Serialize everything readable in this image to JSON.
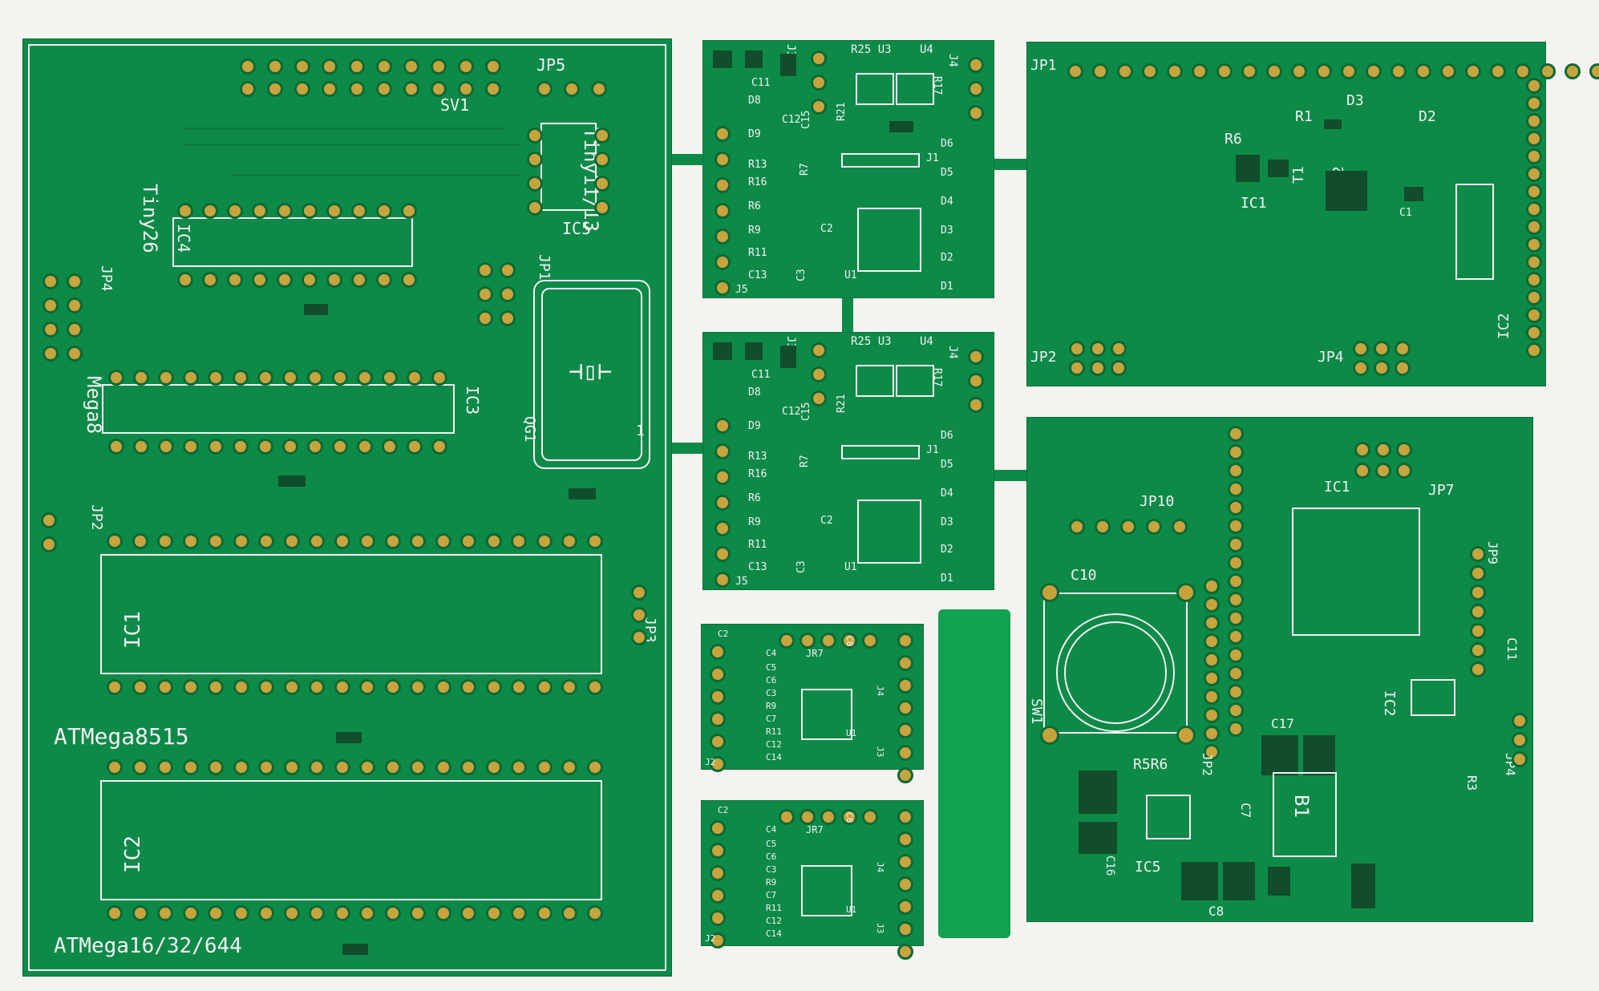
{
  "scene": {
    "description_free": true,
    "board_color": "#0d8a48",
    "silk_color": "#f2f2f2",
    "pad_color": "#c7a23b"
  },
  "left_board": {
    "labels": {
      "sv1": "SV1",
      "jp5": "JP5",
      "tiny1113": "Tiny11/13",
      "ic5": "IC5",
      "tiny26": "Tiny26",
      "ic4": "IC4",
      "jp4": "JP4",
      "jp1": "JP1",
      "qg1": "QG1",
      "one": "1",
      "mega8": "Mega8",
      "ic3": "IC3",
      "jp2": "JP2",
      "jp3": "JP3",
      "ic1": "IC1",
      "atmega8515": "ATMega8515",
      "ic2": "IC2",
      "atmega16": "ATMega16/32/644"
    }
  },
  "mid_board_top": {
    "labels": {
      "r25u3": "R25 U3",
      "u4": "U4",
      "j3": "J3",
      "j4": "J4",
      "c11": "C11",
      "d8": "D8",
      "c12": "C12",
      "r17": "R17",
      "d9": "D9",
      "c15": "C15",
      "r21": "R21",
      "j1": "J1",
      "d6": "D6",
      "r13": "R13",
      "r16": "R16",
      "r7": "R7",
      "d5": "D5",
      "r6": "R6",
      "d4": "D4",
      "r9": "R9",
      "c2": "C2",
      "d3": "D3",
      "r11": "R11",
      "d2": "D2",
      "c13": "C13",
      "c3": "C3",
      "u1": "U1",
      "d1": "D1",
      "j5": "J5"
    }
  },
  "small_board": {
    "labels": {
      "c2": "C2",
      "jr7": "JR7",
      "c8": "C8",
      "c4": "C4",
      "c5": "C5",
      "c6": "C6",
      "c3": "C3",
      "r9": "R9",
      "c7": "C7",
      "r11": "R11",
      "c12": "C12",
      "c14": "C14",
      "j4": "J4",
      "u1": "U1",
      "j3": "J3",
      "j2": "J2"
    }
  },
  "right_top_board": {
    "labels": {
      "jp1": "JP1",
      "d3": "D3",
      "r1": "R1",
      "d2": "D2",
      "r6": "R6",
      "ic1": "IC1",
      "t1": "T1",
      "l2": "L2",
      "c1": "C1",
      "ic2": "IC2",
      "jp2": "JP2",
      "jp4": "JP4"
    }
  },
  "right_bottom_board": {
    "labels": {
      "ic1": "IC1",
      "jp7": "JP7",
      "jp10": "JP10",
      "jp9": "JP9",
      "c10": "C10",
      "c11": "C11",
      "sw1": "SW1",
      "ic2": "IC2",
      "c17": "C17",
      "r5r6": "R5R6",
      "jp2": "JP2",
      "jp4": "JP4",
      "r3": "R3",
      "b1": "B1",
      "c7": "C7",
      "c16": "C16",
      "ic5": "IC5",
      "c8": "C8"
    }
  }
}
